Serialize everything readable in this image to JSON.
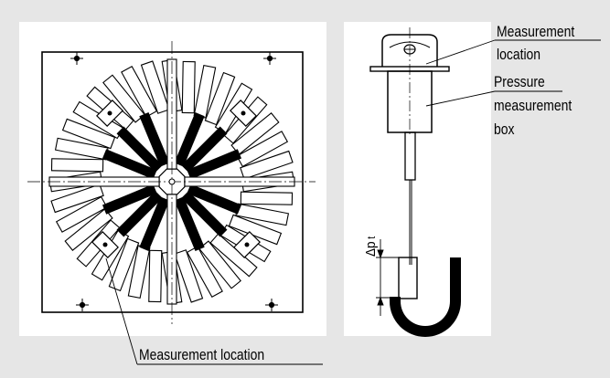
{
  "colors": {
    "background": "#e6e6e6",
    "panel": "#ffffff",
    "ink": "#000000",
    "vane": "#000000"
  },
  "labels": {
    "measurement_location_top": [
      "Measurement",
      "location"
    ],
    "pressure_box": [
      "Pressure",
      "measurement",
      "box"
    ],
    "measurement_location_bottom": "Measurement location",
    "delta_p_symbol": "Δp",
    "delta_p_subscript": "t"
  }
}
